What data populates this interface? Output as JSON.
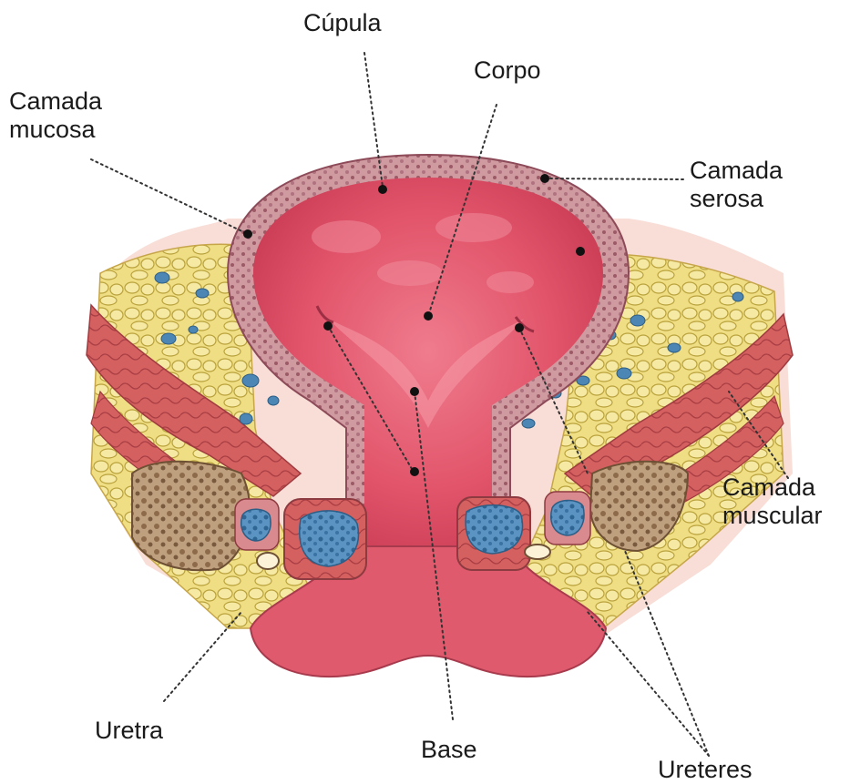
{
  "labels": {
    "cupula": "Cúpula",
    "corpo": "Corpo",
    "camada_mucosa": "Camada\nmucosa",
    "camada_serosa": "Camada\nserosa",
    "camada_muscular": "Camada\nmuscular",
    "uretra": "Uretra",
    "base": "Base",
    "ureteres": "Ureteres"
  },
  "colors": {
    "lumen": "#e2546a",
    "wall": "#c98a92",
    "fat": "#ecd76c",
    "muscle": "#d4605f",
    "bone": "#b38d6b",
    "vessel": "#4c86b5",
    "serosa": "#f2c2b6"
  }
}
